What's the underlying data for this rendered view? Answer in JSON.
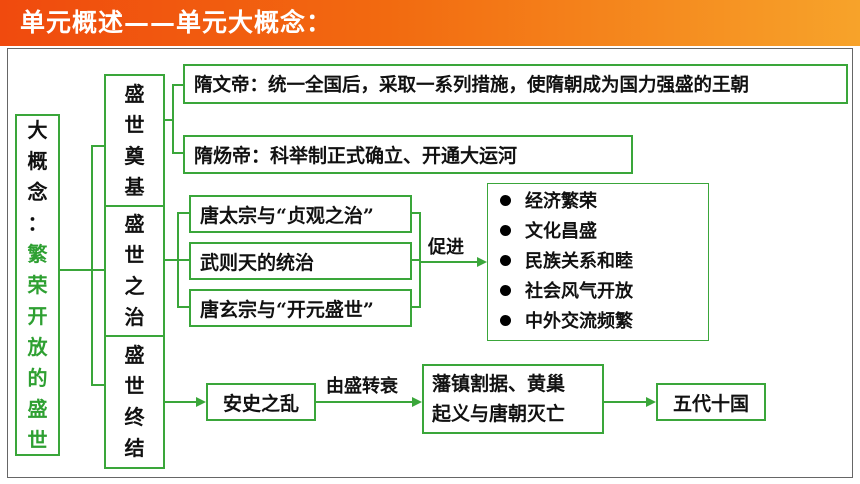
{
  "header": {
    "title": "单元概述——单元大概念："
  },
  "big_concept": {
    "prefix": [
      "大",
      "概",
      "念",
      "："
    ],
    "theme": [
      "繁",
      "荣",
      "开",
      "放",
      "的",
      "盛",
      "世"
    ]
  },
  "stages": [
    {
      "chars": [
        "盛",
        "世",
        "奠",
        "基"
      ]
    },
    {
      "chars": [
        "盛",
        "世",
        "之",
        "治"
      ]
    },
    {
      "chars": [
        "盛",
        "世",
        "终",
        "结"
      ]
    }
  ],
  "foundation": [
    "隋文帝：统一全国后，采取一系列措施，使隋朝成为国力强盛的王朝",
    "隋炀帝：科举制正式确立、开通大运河"
  ],
  "prosperity": [
    "唐太宗与“贞观之治”",
    "武则天的统治",
    "唐玄宗与“开元盛世”"
  ],
  "promote_label": "促进",
  "effects": [
    "经济繁荣",
    "文化昌盛",
    "民族关系和睦",
    "社会风气开放",
    "中外交流频繁"
  ],
  "decline": {
    "event": "安史之乱",
    "transition_label": "由盛转衰",
    "result_lines": [
      "藩镇割据、黄巢",
      "起义与唐朝灭亡"
    ],
    "final": "五代十国"
  },
  "colors": {
    "header_orange": "#f04a0e",
    "accent_green": "#3aa63a",
    "theme_green": "#2ea032"
  }
}
